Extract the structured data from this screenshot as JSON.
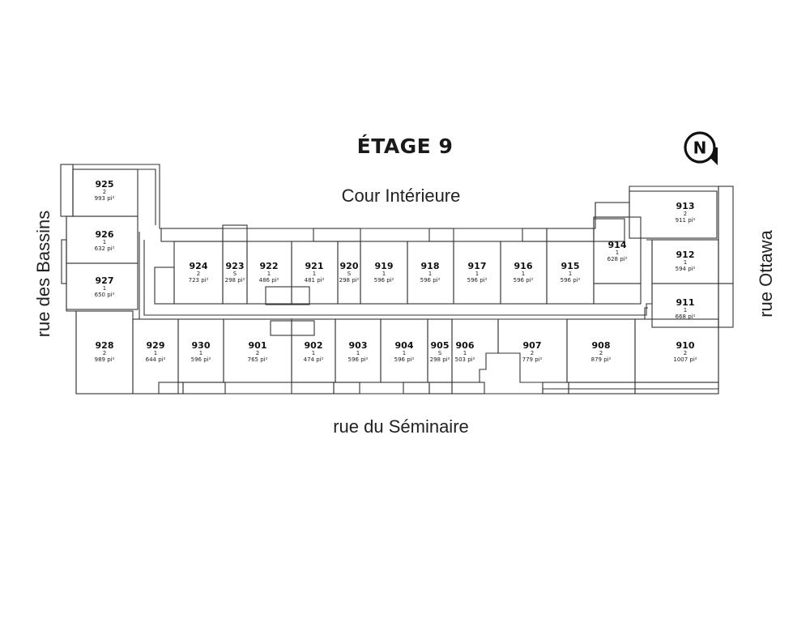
{
  "floor_title": "ÉTAGE 9",
  "north_label": "N",
  "streets": {
    "top": "Cour Intérieure",
    "bottom": "rue du Séminaire",
    "left": "rue des Bassins",
    "right": "rue Ottawa"
  },
  "units": [
    {
      "id": "925",
      "bedrooms": "2",
      "area": "993 pi²"
    },
    {
      "id": "926",
      "bedrooms": "1",
      "area": "632 pi²"
    },
    {
      "id": "927",
      "bedrooms": "1",
      "area": "650 pi²"
    },
    {
      "id": "928",
      "bedrooms": "2",
      "area": "989 pi²"
    },
    {
      "id": "929",
      "bedrooms": "1",
      "area": "644 pi²"
    },
    {
      "id": "930",
      "bedrooms": "1",
      "area": "596 pi²"
    },
    {
      "id": "901",
      "bedrooms": "2",
      "area": "765 pi²"
    },
    {
      "id": "902",
      "bedrooms": "1",
      "area": "474 pi²"
    },
    {
      "id": "903",
      "bedrooms": "1",
      "area": "596 pi²"
    },
    {
      "id": "904",
      "bedrooms": "1",
      "area": "596 pi²"
    },
    {
      "id": "905",
      "bedrooms": "S",
      "area": "298 pi²"
    },
    {
      "id": "906",
      "bedrooms": "1",
      "area": "503 pi²"
    },
    {
      "id": "907",
      "bedrooms": "2",
      "area": "779 pi²"
    },
    {
      "id": "908",
      "bedrooms": "2",
      "area": "879 pi²"
    },
    {
      "id": "910",
      "bedrooms": "2",
      "area": "1007 pi²"
    },
    {
      "id": "911",
      "bedrooms": "1",
      "area": "668 pi²"
    },
    {
      "id": "912",
      "bedrooms": "1",
      "area": "594 pi²"
    },
    {
      "id": "913",
      "bedrooms": "2",
      "area": "911 pi²"
    },
    {
      "id": "914",
      "bedrooms": "1",
      "area": "628 pi²"
    },
    {
      "id": "915",
      "bedrooms": "1",
      "area": "596 pi²"
    },
    {
      "id": "916",
      "bedrooms": "1",
      "area": "596 pi²"
    },
    {
      "id": "917",
      "bedrooms": "1",
      "area": "596 pi²"
    },
    {
      "id": "918",
      "bedrooms": "1",
      "area": "596 pi²"
    },
    {
      "id": "919",
      "bedrooms": "1",
      "area": "596 pi²"
    },
    {
      "id": "920",
      "bedrooms": "S",
      "area": "298 pi²"
    },
    {
      "id": "921",
      "bedrooms": "1",
      "area": "481 pi²"
    },
    {
      "id": "922",
      "bedrooms": "1",
      "area": "486 pi²"
    },
    {
      "id": "923",
      "bedrooms": "S",
      "area": "298 pi²"
    },
    {
      "id": "924",
      "bedrooms": "2",
      "area": "723 pi²"
    }
  ]
}
